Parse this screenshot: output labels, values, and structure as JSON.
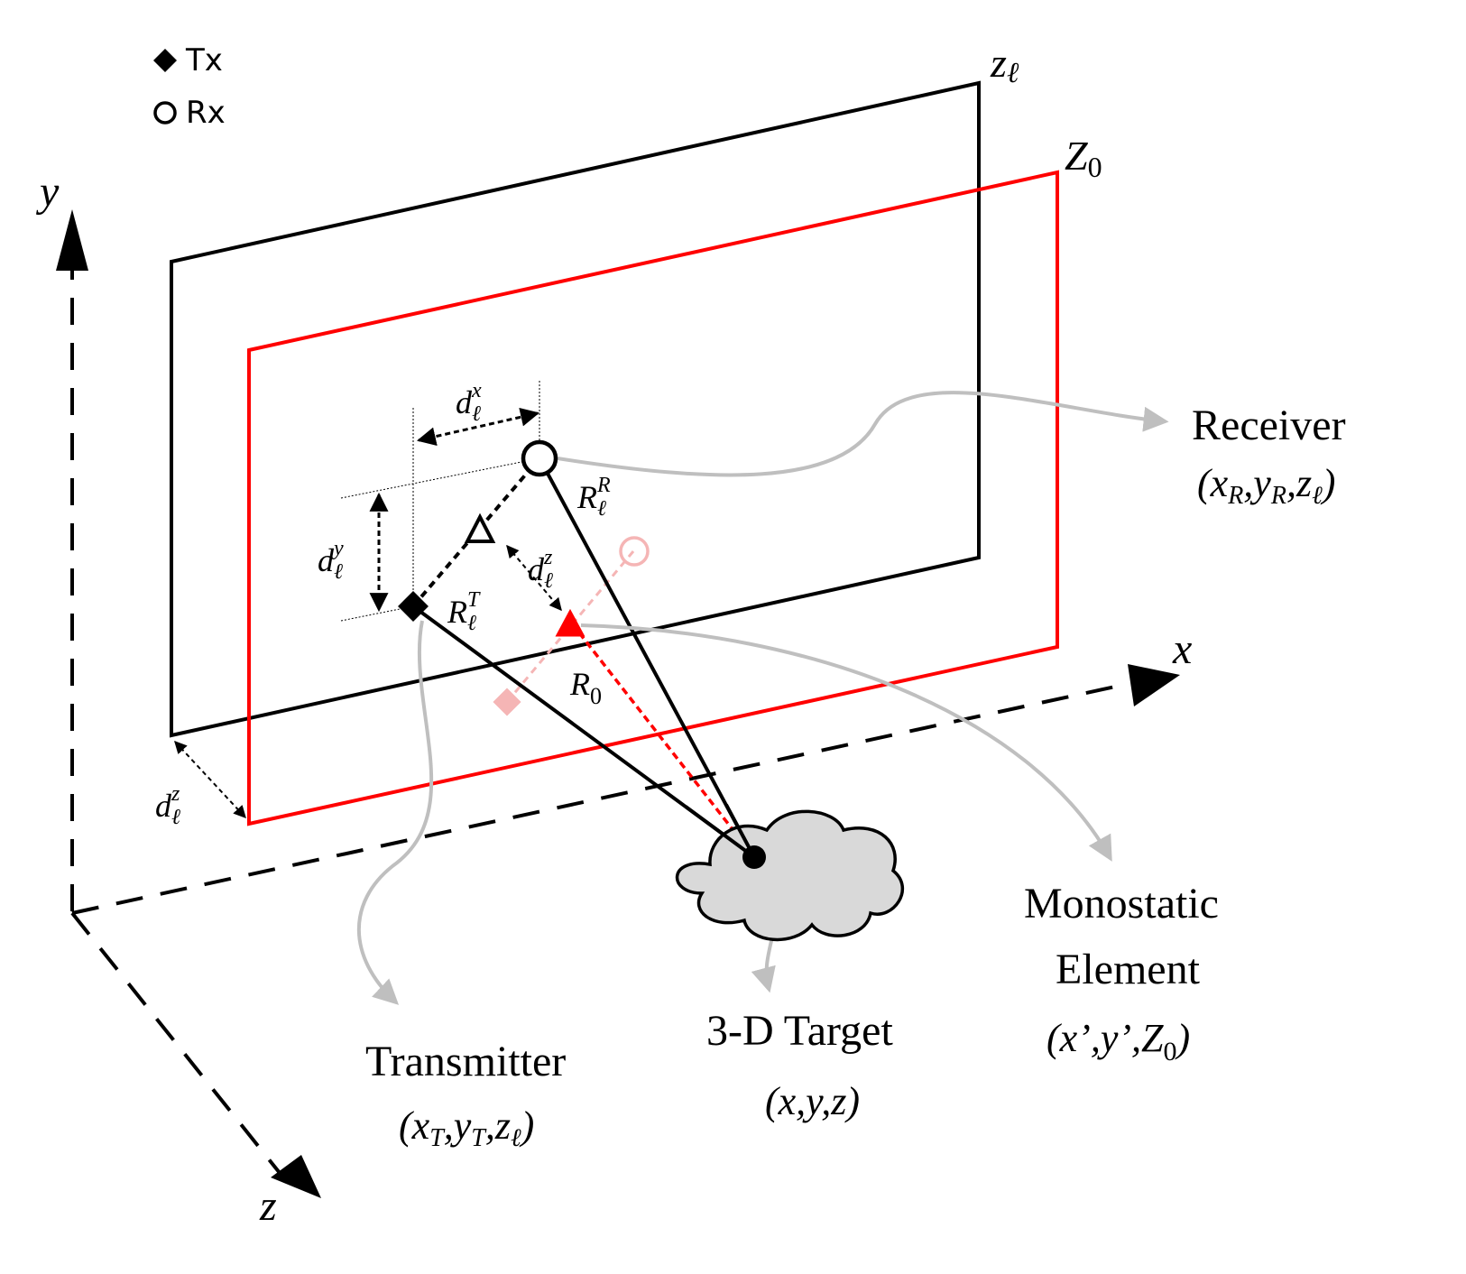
{
  "legend": {
    "tx_label": "Tx",
    "rx_label": "Rx"
  },
  "axes": {
    "x": "x",
    "y": "y",
    "z": "z"
  },
  "planes": {
    "array_plane": "z",
    "array_plane_sub": "ℓ",
    "monostatic_plane": "Z",
    "monostatic_plane_sub": "0"
  },
  "labels": {
    "dx_base": "d",
    "dx_sub": "ℓ",
    "dx_sup": "x",
    "dy_base": "d",
    "dy_sub": "ℓ",
    "dy_sup": "y",
    "dz_base": "d",
    "dz_sub": "ℓ",
    "dz_sup": "z",
    "dz2_base": "d",
    "dz2_sub": "ℓ",
    "dz2_sup": "z",
    "rr_base": "R",
    "rr_sub": "ℓ",
    "rr_sup": "R",
    "rt_base": "R",
    "rt_sub": "ℓ",
    "rt_sup": "T",
    "r0_base": "R",
    "r0_sub": "0"
  },
  "callouts": {
    "receiver": {
      "title": "Receiver",
      "coord": {
        "open": "(x",
        "s1": "R",
        "mid1": ",y",
        "s2": "R",
        "mid2": ",z",
        "s3": "ℓ",
        "close": ")"
      }
    },
    "transmitter": {
      "title": "Transmitter",
      "coord": {
        "open": "(x",
        "s1": "T",
        "mid1": ",y",
        "s2": "T",
        "mid2": ",z",
        "s3": "ℓ",
        "close": ")"
      }
    },
    "target": {
      "title": "3-D Target",
      "coord": "(x,y,z)"
    },
    "monostatic": {
      "title_line1": "Monostatic",
      "title_line2": "Element",
      "coord": {
        "open": "(x’,y’,Z",
        "s1": "0",
        "close": ")"
      }
    }
  },
  "colors": {
    "black": "#000000",
    "red": "#ff0000",
    "gray": "#bfbfbf",
    "pink": "#f5b5b5",
    "cloud": "#d9d9d9"
  }
}
